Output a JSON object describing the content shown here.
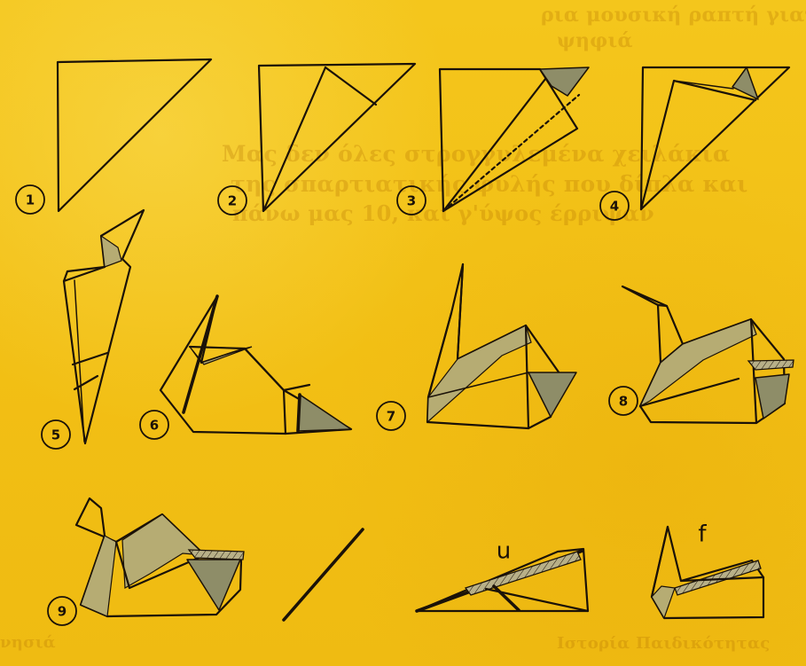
{
  "diagram": {
    "steps": [
      {
        "label": "1"
      },
      {
        "label": "2"
      },
      {
        "label": "3"
      },
      {
        "label": "4"
      },
      {
        "label": "5"
      },
      {
        "label": "6"
      },
      {
        "label": "7"
      },
      {
        "label": "8"
      },
      {
        "label": "9"
      }
    ],
    "extra_labels": [
      "u",
      "f"
    ],
    "colors": {
      "background": "#f3c21a",
      "line": "#1b1208",
      "shade": "#8e8d68"
    }
  }
}
